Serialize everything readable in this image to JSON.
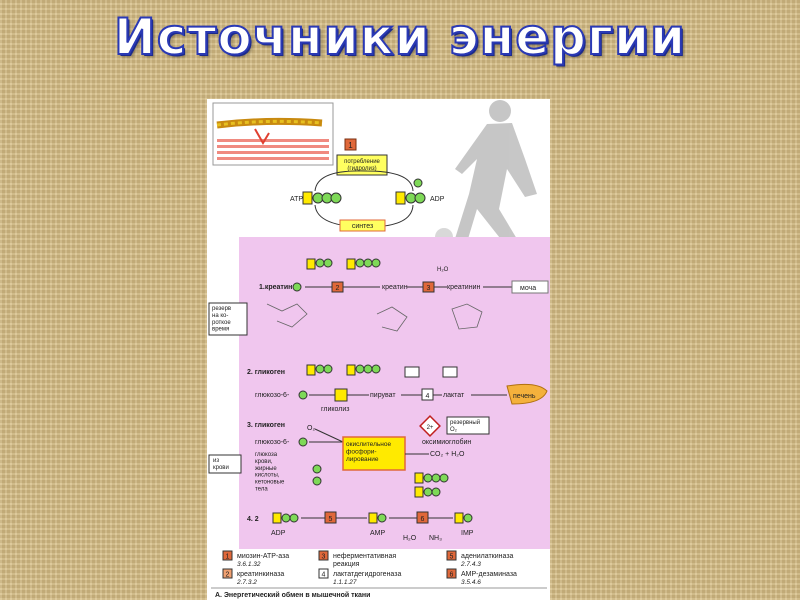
{
  "title": "Источники энергии",
  "colors": {
    "background": "#d6bd84",
    "title_outline": "#2a39b5",
    "panel_pink": "#f0c6ee",
    "enzyme_red": "#e0683a"
  },
  "top": {
    "step": "1",
    "consumption": "потребление\n(гидролиз)",
    "atp": "ATP",
    "adp": "ADP",
    "synthesis": "синтез"
  },
  "side_labels": {
    "reserve": "резерв\nна ко-\nроткое\nвремя",
    "from_blood": "из\nкрови",
    "reserve_o2": "резервный\nO₂"
  },
  "section1": {
    "label": "1.креатин",
    "enzyme": "2",
    "creatine": "креатин",
    "enzyme2": "3",
    "creatinine": "креатинин",
    "urine": "моча",
    "h2o": "H₂O"
  },
  "section2": {
    "label": "2. гликоген",
    "g6p": "глюкозо-6-",
    "glycolysis": "гликолиз",
    "pyruvate": "пируват",
    "enzyme": "4",
    "lactate": "лактат",
    "liver": "печень"
  },
  "section3": {
    "label": "3. гликоген",
    "o2": "O₂",
    "g6p": "глюкозо-6-",
    "sources": "глюкоза\nкрови,\nжирные\nкислоты,\nкетоновые\nтела",
    "oxphos": "окислительное\nфосфори-\nлирование",
    "myoglobin": "оксимиоглобин",
    "products": "CO₂ + H₂O",
    "fe": "2+"
  },
  "section4": {
    "label": "4. 2",
    "adp": "ADP",
    "enzyme5": "5",
    "amp": "AMP",
    "enzyme6": "6",
    "imp": "IMP",
    "h2o": "H₂O",
    "nh3": "NH₃"
  },
  "legend": [
    {
      "num": "1",
      "name": "миозин-АТР-аза",
      "code": "3.6.1.32",
      "color": "#e0683a"
    },
    {
      "num": "2",
      "name": "креатинкиназа",
      "code": "2.7.3.2",
      "color": "#f0a070"
    },
    {
      "num": "3",
      "name": "неферментативная\nреакция",
      "code": "",
      "color": "#e0683a"
    },
    {
      "num": "4",
      "name": "лактатдегидрогеназа",
      "code": "1.1.1.27",
      "color": "#ffffff"
    },
    {
      "num": "5",
      "name": "аденилаткиназа",
      "code": "2.7.4.3",
      "color": "#e0683a"
    },
    {
      "num": "6",
      "name": "AMP-дезаминаза",
      "code": "3.5.4.6",
      "color": "#e0683a"
    }
  ],
  "caption": "А. Энергетический обмен в мышечной ткани"
}
